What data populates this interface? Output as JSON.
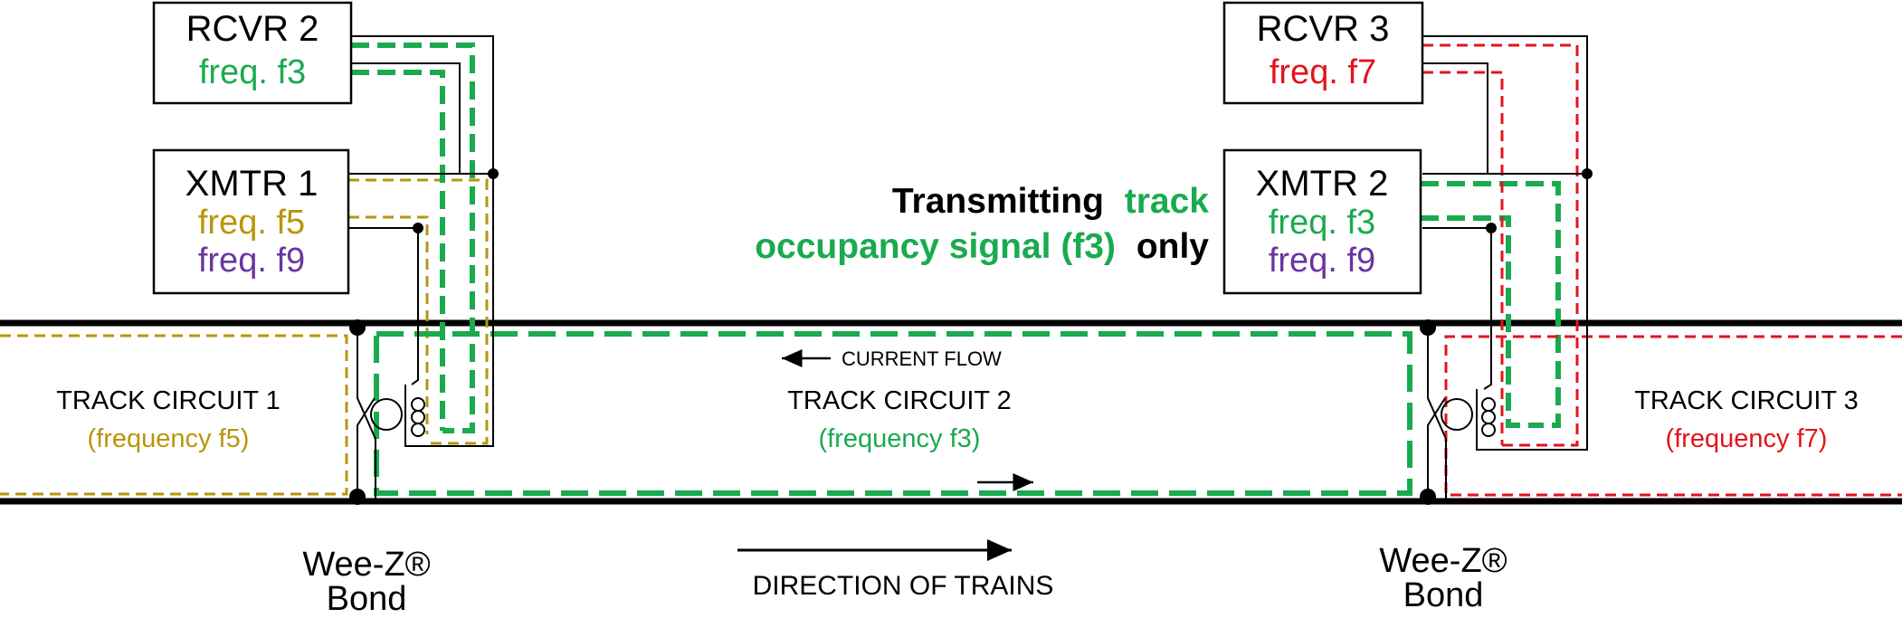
{
  "colors": {
    "green": "#1aaa4f",
    "gold": "#b8960a",
    "purple": "#6a35a0",
    "red": "#e2141c",
    "black": "#000000"
  },
  "boxes": {
    "rcvr2": {
      "title": "RCVR 2",
      "freq": "freq. f3"
    },
    "xmtr1": {
      "title": "XMTR 1",
      "freq_a": "freq. f5",
      "freq_b": "freq. f9"
    },
    "rcvr3": {
      "title": "RCVR 3",
      "freq": "freq. f7"
    },
    "xmtr2": {
      "title": "XMTR 2",
      "freq_a": "freq. f3",
      "freq_b": "freq. f9"
    }
  },
  "note": {
    "line1_black": "Transmitting",
    "line1_green": "track",
    "line2_green": "occupancy signal (f3)",
    "line2_black": "only"
  },
  "track_circuits": {
    "tc1": {
      "title": "TRACK CIRCUIT 1",
      "freq": "(frequency f5)"
    },
    "tc2": {
      "title": "TRACK CIRCUIT 2",
      "freq": "(frequency f3)"
    },
    "tc3": {
      "title": "TRACK CIRCUIT 3",
      "freq": "(frequency f7)"
    }
  },
  "current_flow": "CURRENT FLOW",
  "direction": "DIRECTION OF TRAINS",
  "bonds": {
    "left": {
      "line1": "Wee-Z®",
      "line2": "Bond"
    },
    "right": {
      "line1": "Wee-Z®",
      "line2": "Bond"
    }
  }
}
